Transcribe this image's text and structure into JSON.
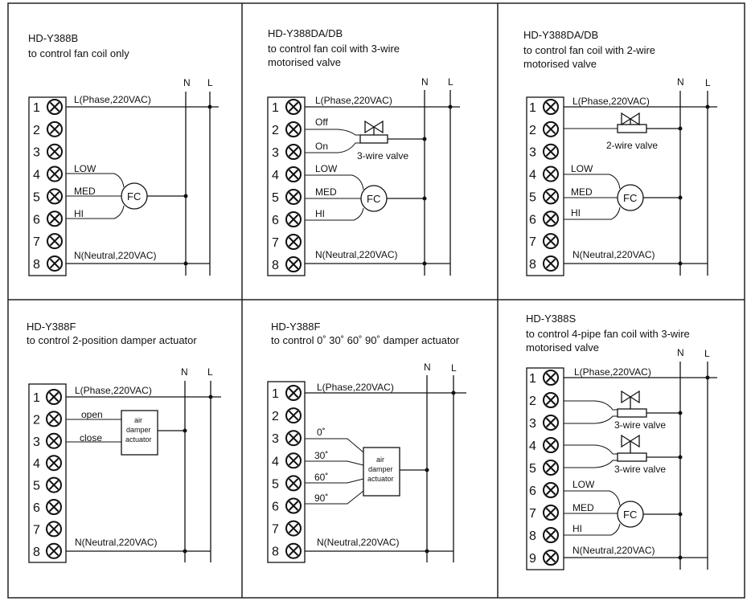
{
  "panels": [
    {
      "model": "HD-Y388B",
      "desc": [
        "to control fan coil only"
      ],
      "n_label": "N",
      "l_label": "L",
      "terminals": [
        "1",
        "2",
        "3",
        "4",
        "5",
        "6",
        "7",
        "8"
      ],
      "phase": "L(Phase,220VAC)",
      "neutral": "N(Neutral,220VAC)",
      "speeds": [
        "LOW",
        "MED",
        "HI"
      ],
      "fan": "FC"
    },
    {
      "model": "HD-Y388DA/DB",
      "desc": [
        "to control fan coil with 3-wire",
        "motorised valve"
      ],
      "n_label": "N",
      "l_label": "L",
      "terminals": [
        "1",
        "2",
        "3",
        "4",
        "5",
        "6",
        "7",
        "8"
      ],
      "phase": "L(Phase,220VAC)",
      "neutral": "N(Neutral,220VAC)",
      "speeds": [
        "LOW",
        "MED",
        "HI"
      ],
      "fan": "FC",
      "valve_off": "Off",
      "valve_on": "On",
      "valve": "3-wire valve"
    },
    {
      "model": "HD-Y388DA/DB",
      "desc": [
        "to control fan coil with 2-wire",
        "motorised valve"
      ],
      "n_label": "N",
      "l_label": "L",
      "terminals": [
        "1",
        "2",
        "3",
        "4",
        "5",
        "6",
        "7",
        "8"
      ],
      "phase": "L(Phase,220VAC)",
      "neutral": "N(Neutral,220VAC)",
      "speeds": [
        "LOW",
        "MED",
        "HI"
      ],
      "fan": "FC",
      "valve": "2-wire valve"
    },
    {
      "model": "HD-Y388F",
      "desc": [
        "to control 2-position damper actuator"
      ],
      "n_label": "N",
      "l_label": "L",
      "terminals": [
        "1",
        "2",
        "3",
        "4",
        "5",
        "6",
        "7",
        "8"
      ],
      "phase": "L(Phase,220VAC)",
      "neutral": "N(Neutral,220VAC)",
      "open": "open",
      "close": "close",
      "actuator": [
        "air",
        "damper",
        "actuator"
      ]
    },
    {
      "model": "HD-Y388F",
      "desc": [
        "to control 0˚ 30˚ 60˚ 90˚ damper actuator"
      ],
      "n_label": "N",
      "l_label": "L",
      "terminals": [
        "1",
        "2",
        "3",
        "4",
        "5",
        "6",
        "7",
        "8"
      ],
      "phase": "L(Phase,220VAC)",
      "neutral": "N(Neutral,220VAC)",
      "angles": [
        "0˚",
        "30˚",
        "60˚",
        "90˚"
      ],
      "actuator": [
        "air",
        "damper",
        "actuator"
      ]
    },
    {
      "model": "HD-Y388S",
      "desc": [
        "to control 4-pipe fan coil with 3-wire",
        "motorised valve"
      ],
      "n_label": "N",
      "l_label": "L",
      "terminals": [
        "1",
        "2",
        "3",
        "4",
        "5",
        "6",
        "7",
        "8",
        "9"
      ],
      "phase": "L(Phase,220VAC)",
      "neutral": "N(Neutral,220VAC)",
      "speeds": [
        "LOW",
        "MED",
        "HI"
      ],
      "fan": "FC",
      "valve_a": "3-wire valve",
      "valve_b": "3-wire valve"
    }
  ]
}
